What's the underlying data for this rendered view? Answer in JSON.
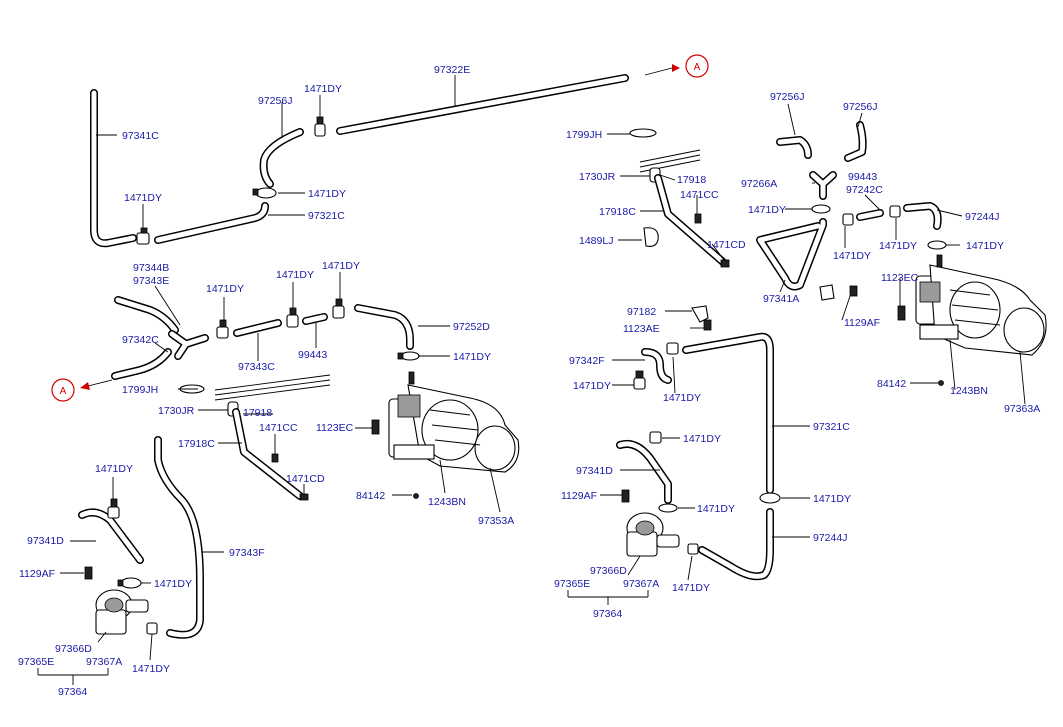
{
  "callout_marker": "A",
  "labels": {
    "l97322E": "97322E",
    "l97341C": "97341C",
    "l97256J_top": "97256J",
    "l1471DY_top": "1471DY",
    "l1471DY_c1": "1471DY",
    "l1471DY_c2": "1471DY",
    "l97321C_top": "97321C",
    "l97344B": "97344B",
    "l97343E": "97343E",
    "l97342C": "97342C",
    "l1471DY_y": "1471DY",
    "l1471DY_m1": "1471DY",
    "l1471DY_m2": "1471DY",
    "l97343C": "97343C",
    "l99443_left": "99443",
    "l97252D": "97252D",
    "l1471DY_heater": "1471DY",
    "l1799JH_left": "1799JH",
    "l1730JR_left": "1730JR",
    "l17918_left": "17918",
    "l1471CC_left": "1471CC",
    "l17918C_left": "17918C",
    "l1471CD_left": "1471CD",
    "l1123EC_left": "1123EC",
    "l84142_left": "84142",
    "l1243BN_left": "1243BN",
    "l97353A": "97353A",
    "l1471DY_pump_top": "1471DY",
    "l97341D_left": "97341D",
    "l1129AF_left": "1129AF",
    "l1471DY_pump_side": "1471DY",
    "l97343F": "97343F",
    "l97366D_left": "97366D",
    "l97365E_left": "97365E",
    "l97367A_left": "97367A",
    "l1471DY_pump_bot": "1471DY",
    "l97364_left": "97364",
    "l1799JH_mid": "1799JH",
    "l1730JR_mid": "1730JR",
    "l17918_mid": "17918",
    "l1471CC_mid": "1471CC",
    "l17918C_mid": "17918C",
    "l1489LJ": "1489LJ",
    "l1471CD_mid": "1471CD",
    "l97182": "97182",
    "l1123AE": "1123AE",
    "l97342F": "97342F",
    "l1471DY_mid_a": "1471DY",
    "l1471DY_mid_b": "1471DY",
    "l1471DY_mid_c": "1471DY",
    "l97321C_mid": "97321C",
    "l97341D_mid": "97341D",
    "l1129AF_mid": "1129AF",
    "l1471DY_mid_d": "1471DY",
    "l1471DY_mid_e": "1471DY",
    "l97244J_mid": "97244J",
    "l97366D_mid": "97366D",
    "l97365E_mid": "97365E",
    "l97367A_mid": "97367A",
    "l1471DY_mid_f": "1471DY",
    "l97364_mid": "97364",
    "l97256J_r1": "97256J",
    "l97256J_r2": "97256J",
    "l99443_right": "99443",
    "l97266A": "97266A",
    "l97242C": "97242C",
    "l1471DY_r1": "1471DY",
    "l97244J_r": "97244J",
    "l1471DY_r2": "1471DY",
    "l1471DY_r3": "1471DY",
    "l1471DY_r4": "1471DY",
    "l97341A": "97341A",
    "l1123EC_right": "1123EC",
    "l1129AF_right": "1129AF",
    "l84142_right": "84142",
    "l1243BN_right": "1243BN",
    "l97363A": "97363A"
  }
}
